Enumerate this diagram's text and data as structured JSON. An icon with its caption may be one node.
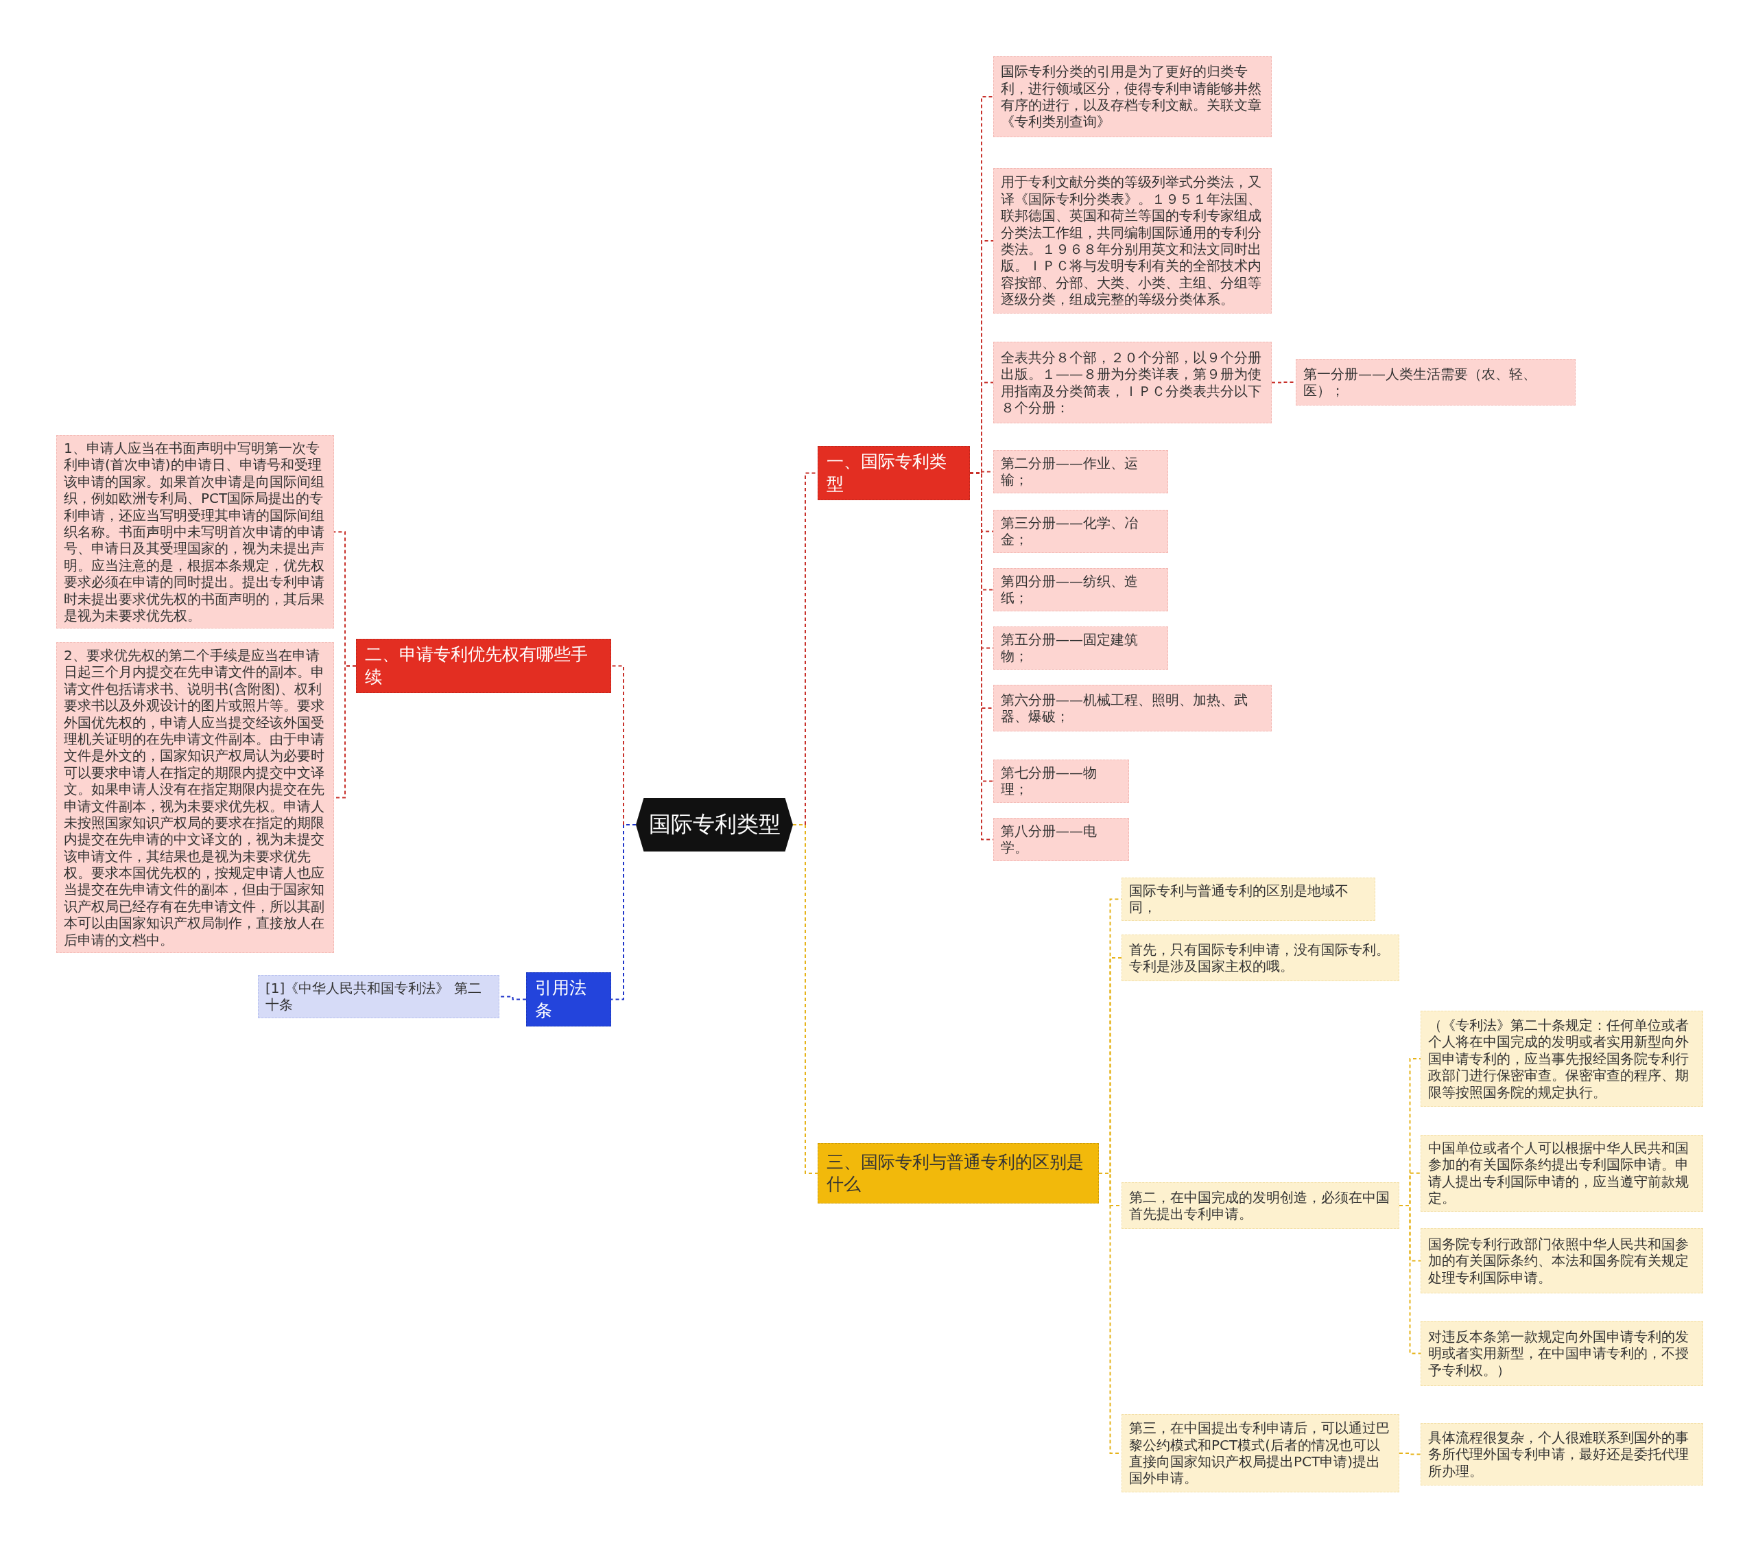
{
  "diagram": {
    "nodes": [
      {
        "text": [
          "国际专利类型"
        ]
      },
      {
        "text": [
          "一、国际专利类型"
        ]
      },
      {
        "text": [
          "国际专利分类的引用是为了更好的归类专利，进行领域区分，使得专利申请能够井然有序的进行，以及存档专利文献。关联文章《专利类别查询》"
        ]
      },
      {
        "text": [
          "用于专利文献分类的等级列举式分类法，又译《国际专利分类表》。１９５１年法国、联邦德国、英国和荷兰等国的专利专家组成分类法工作组，共同编制国际通用的专利分类法。１９６８年分别用英文和法文同时出版。ＩＰＣ将与发明专利有关的全部技术内容按部、分部、大类、小类、主组、分组等逐级分类，组成完整的等级分类体系。"
        ]
      },
      {
        "text": [
          "全表共分８个部，２０个分部，以９个分册出版。１——８册为分类详表，第９册为使用指南及分类简表，ＩＰＣ分类表共分以下８个分册："
        ]
      },
      {
        "text": [
          "第一分册——人类生活需要（农、轻、医）；"
        ]
      },
      {
        "text": [
          "第二分册——作业、运输；"
        ]
      },
      {
        "text": [
          "第三分册——化学、冶金；"
        ]
      },
      {
        "text": [
          "第四分册——纺织、造纸；"
        ]
      },
      {
        "text": [
          "第五分册——固定建筑物；"
        ]
      },
      {
        "text": [
          "第六分册——机械工程、照明、加热、武器、爆破；"
        ]
      },
      {
        "text": [
          "第七分册——物理；"
        ]
      },
      {
        "text": [
          "第八分册——电学。"
        ]
      },
      {
        "text": [
          "二、申请专利优先权有哪些手续"
        ]
      },
      {
        "text": [
          "1、申请人应当在书面声明中写明第一次专利申请(首次申请)的申请日、申请号和受理该申请的国家。如果首次申请是向国际间组织，例如欧洲专利局、PCT国际局提出的专利申请，还应当写明受理其申请的国际间组织名称。书面声明中未写明首次申请的申请号、申请日及其受理国家的，视为未提出声明。应当注意的是，根据本条规定，优先权要求必须在申请的同时提出。提出专利申请时未提出要求优先权的书面声明的，其后果是视为未要求优先权。"
        ]
      },
      {
        "text": [
          "2、要求优先权的第二个手续是应当在申请日起三个月内提交在先申请文件的副本。申请文件包括请求书、说明书(含附图)、权利要求书以及外观设计的图片或照片等。要求外国优先权的，申请人应当提交经该外国受理机关证明的在先申请文件副本。由于申请文件是外文的，国家知识产权局认为必要时可以要求申请人在指定的期限内提交中文译文。如果申请人没有在指定期限内提交在先申请文件副本，视为未要求优先权。申请人未按照国家知识产权局的要求在指定的期限内提交在先申请的中文译文的，视为未提交该申请文件，其结果也是视为未要求优先权。要求本国优先权的，按规定申请人也应当提交在先申请文件的副本，但由于国家知识产权局已经存有在先申请文件，所以其副本可以由国家知识产权局制作，直接放人在后申请的文档中。"
        ]
      },
      {
        "text": [
          "引用法条"
        ]
      },
      {
        "text": [
          "[1]《中华人民共和国专利法》 第二十条"
        ]
      },
      {
        "text": [
          "三、国际专利与普通专利的区别是什么"
        ]
      },
      {
        "text": [
          "国际专利与普通专利的区别是地域不同，"
        ]
      },
      {
        "text": [
          "首先，只有国际专利申请，没有国际专利。专利是涉及国家主权的哦。"
        ]
      },
      {
        "text": [
          "第二，在中国完成的发明创造，必须在中国首先提出专利申请。"
        ]
      },
      {
        "text": [
          "（《专利法》第二十条规定：任何单位或者个人将在中国完成的发明或者实用新型向外国申请专利的，应当事先报经国务院专利行政部门进行保密审查。保密审查的程序、期限等按照国务院的规定执行。"
        ]
      },
      {
        "text": [
          "中国单位或者个人可以根据中华人民共和国参加的有关国际条约提出专利国际申请。申请人提出专利国际申请的，应当遵守前款规定。"
        ]
      },
      {
        "text": [
          "国务院专利行政部门依照中华人民共和国参加的有关国际条约、本法和国务院有关规定处理专利国际申请。"
        ]
      },
      {
        "text": [
          "对违反本条第一款规定向外国申请专利的发明或者实用新型，在中国申请专利的，不授予专利权。）"
        ]
      },
      {
        "text": [
          "第三，在中国提出专利申请后，可以通过巴黎公约模式和PCT模式(后者的情况也可以直接向国家知识产权局提出PCT申请)提出国外申请。"
        ]
      },
      {
        "text": [
          "具体流程很复杂，个人很难联系到国外的事务所代理外国专利申请，最好还是委托代理所办理。"
        ]
      }
    ],
    "edges": [
      {
        "from": 0,
        "to": 1,
        "arrow": "none"
      },
      {
        "from": 1,
        "to": 2,
        "arrow": "none"
      },
      {
        "from": 1,
        "to": 3,
        "arrow": "none"
      },
      {
        "from": 1,
        "to": 4,
        "arrow": "none"
      },
      {
        "from": 4,
        "to": 5,
        "arrow": "none"
      },
      {
        "from": 1,
        "to": 6,
        "arrow": "none"
      },
      {
        "from": 1,
        "to": 7,
        "arrow": "none"
      },
      {
        "from": 1,
        "to": 8,
        "arrow": "none"
      },
      {
        "from": 1,
        "to": 9,
        "arrow": "none"
      },
      {
        "from": 1,
        "to": 10,
        "arrow": "none"
      },
      {
        "from": 1,
        "to": 11,
        "arrow": "none"
      },
      {
        "from": 1,
        "to": 12,
        "arrow": "none"
      },
      {
        "from": 0,
        "to": 13,
        "arrow": "none"
      },
      {
        "from": 13,
        "to": 14,
        "arrow": "none"
      },
      {
        "from": 13,
        "to": 15,
        "arrow": "none"
      },
      {
        "from": 0,
        "to": 16,
        "arrow": "none",
        "color": "#1f35c9"
      },
      {
        "from": 16,
        "to": 17,
        "arrow": "none",
        "color": "#1f35c9"
      },
      {
        "from": 0,
        "to": 18,
        "arrow": "none",
        "color": "#e6b31a"
      },
      {
        "from": 18,
        "to": 19,
        "arrow": "none",
        "color": "#e6b31a"
      },
      {
        "from": 18,
        "to": 20,
        "arrow": "none",
        "color": "#e6b31a"
      },
      {
        "from": 18,
        "to": 21,
        "arrow": "none",
        "color": "#e6b31a"
      },
      {
        "from": 21,
        "to": 22,
        "arrow": "none",
        "color": "#e6b31a"
      },
      {
        "from": 21,
        "to": 23,
        "arrow": "none",
        "color": "#e6b31a"
      },
      {
        "from": 21,
        "to": 24,
        "arrow": "none",
        "color": "#e6b31a"
      },
      {
        "from": 21,
        "to": 25,
        "arrow": "none",
        "color": "#e6b31a"
      },
      {
        "from": 18,
        "to": 26,
        "arrow": "none",
        "color": "#e6b31a"
      },
      {
        "from": 26,
        "to": 27,
        "arrow": "none",
        "color": "#e6b31a"
      }
    ]
  }
}
